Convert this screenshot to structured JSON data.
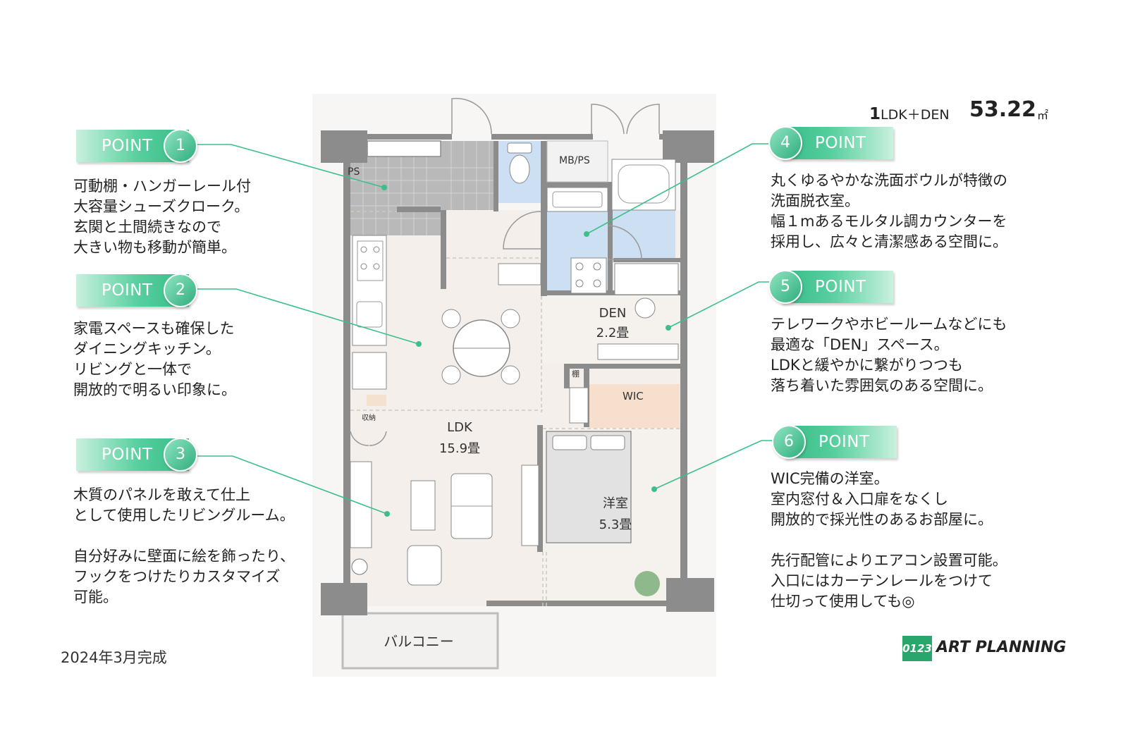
{
  "header": {
    "type_number": "1",
    "type_rest": "LDK＋DEN",
    "area": "53.22",
    "area_unit": "㎡"
  },
  "points": [
    {
      "label": "POINT",
      "number": "1",
      "text": "可動棚・ハンガーレール付\n大容量シューズクローク。\n玄関と土間続きなので\n大きい物も移動が簡単。"
    },
    {
      "label": "POINT",
      "number": "2",
      "text": "家電スペースも確保した\nダイニングキッチン。\nリビングと一体で\n開放的で明るい印象に。"
    },
    {
      "label": "POINT",
      "number": "3",
      "text": "木質のパネルを敢えて仕上\nとして使用したリビングルーム。\n\n自分好みに壁面に絵を飾ったり、\nフックをつけたりカスタマイズ\n可能。"
    },
    {
      "label": "POINT",
      "number": "4",
      "text": "丸くゆるやかな洗面ボウルが特徴の\n洗面脱衣室。\n幅１mあるモルタル調カウンターを\n採用し、広々と清潔感ある空間に。"
    },
    {
      "label": "POINT",
      "number": "5",
      "text": "テレワークやホビールームなどにも\n最適な「DEN」スペース。\nLDKと緩やかに繋がりつつも\n落ち着いた雰囲気のある空間に。"
    },
    {
      "label": "POINT",
      "number": "6",
      "text": "WIC完備の洋室。\n室内窓付＆入口扉をなくし\n開放的で採光性のあるお部屋に。\n\n先行配管によりエアコン設置可能。\n入口にはカーテンレールをつけて\n仕切って使用しても◎"
    }
  ],
  "plan_labels": {
    "ps": "PS",
    "mbps": "MB/PS",
    "den": "DEN\n2.2畳",
    "tana": "棚",
    "wic": "WIC",
    "shuno": "収納",
    "ldk": "LDK\n15.9畳",
    "yoshitsu": "洋室\n5.3畳",
    "balcony": "バルコニー"
  },
  "completion_date": "2024年3月完成",
  "logo": {
    "mark": "0123",
    "name": "ART PLANNING"
  },
  "colors": {
    "accent_green": "#3cbf8b",
    "wall_gray": "#8c8c8c",
    "floor_beige": "#f4f0ec",
    "wet_area_blue": "#cde0f3",
    "wic_orange": "#f6dfcc"
  }
}
